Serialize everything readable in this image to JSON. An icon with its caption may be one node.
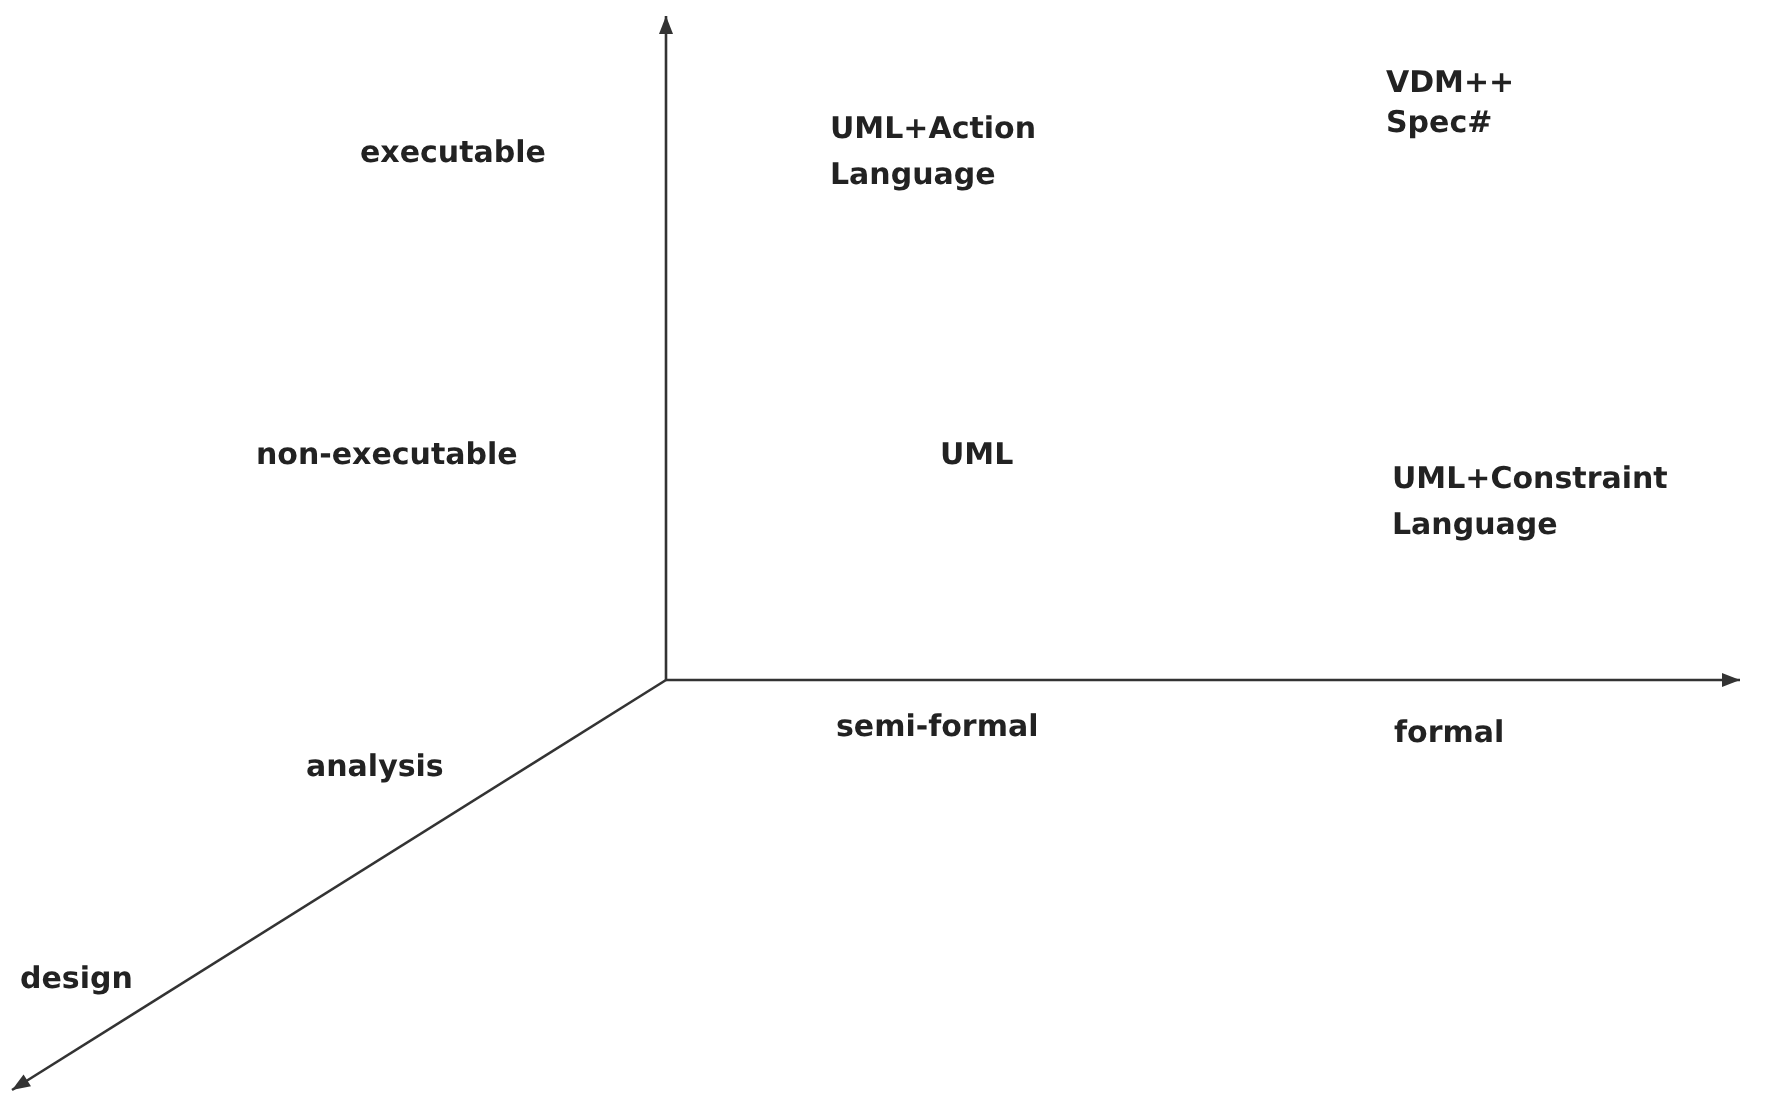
{
  "diagram": {
    "labels": [
      "executable",
      "UML+Action Language",
      "VDM++",
      "Spec#",
      "non-executable",
      "UML",
      "UML+Constraint Language",
      "analysis",
      "semi-formal",
      "formal",
      "design"
    ]
  }
}
